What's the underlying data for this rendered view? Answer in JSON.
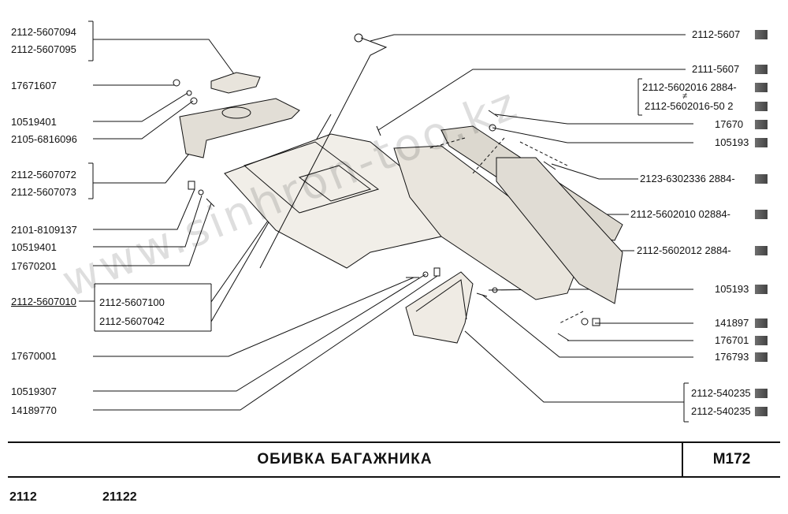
{
  "watermark": "www.sinhron-too.kz",
  "title": "ОБИВКА БАГАЖНИКА",
  "page_code": "M172",
  "models": [
    "2112",
    "21122"
  ],
  "left_labels": [
    "2112-5607094",
    "2112-5607095",
    "17671607",
    "10519401",
    "2105-6816096",
    "2112-5607072",
    "2112-5607073",
    "2101-8109137",
    "10519401",
    "17670201",
    "2112-5607010",
    "2112-5607100",
    "2112-5607042",
    "17670001",
    "10519307",
    "14189770"
  ],
  "right_labels": [
    "2112-5607",
    "2111-5607",
    "2112-5602016 2884-",
    "≠",
    "2112-5602016-50 2",
    "17670",
    "105193",
    "2123-6302336 2884-",
    "2112-5602010 02884-",
    "2112-5602012 2884-",
    "105193",
    "141897",
    "176701",
    "176793",
    "2112-540235",
    "2112-540235"
  ],
  "colors": {
    "ink": "#111111",
    "paper": "#ffffff",
    "shade": "#d9d6cf"
  }
}
